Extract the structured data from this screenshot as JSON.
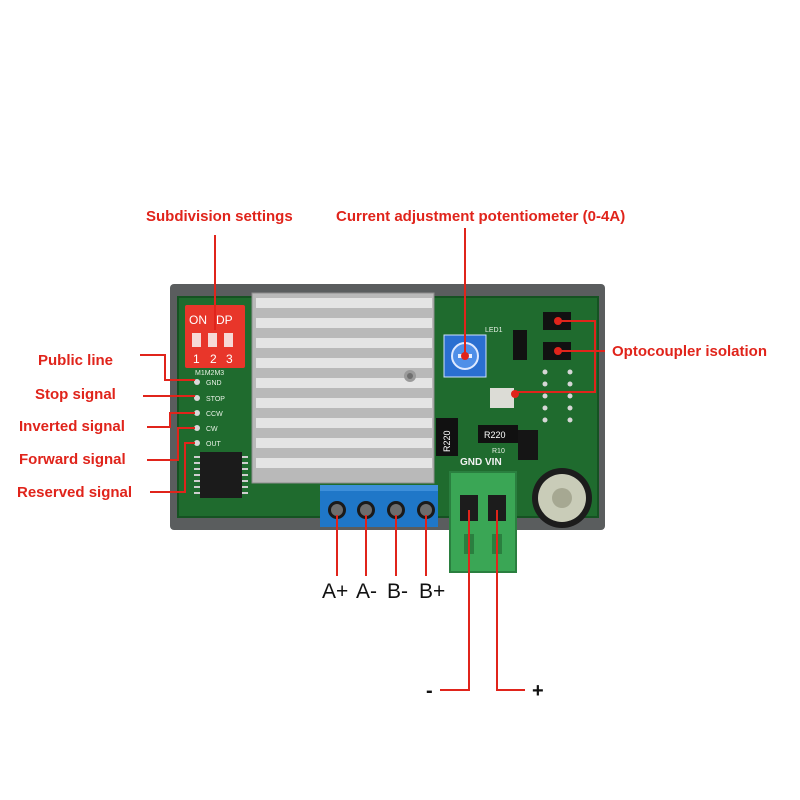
{
  "labels": {
    "subdivision": "Subdivision settings",
    "current": "Current adjustment potentiometer (0-4A)",
    "optocoupler": "Optocoupler isolation",
    "public": "Public line",
    "stop": "Stop signal",
    "inverted": "Inverted signal",
    "forward": "Forward signal",
    "reserved": "Reserved signal"
  },
  "dip": {
    "on": "ON",
    "dp": "DP",
    "n1": "1",
    "n2": "2",
    "n3": "3",
    "sub": "M1M2M3"
  },
  "pins": [
    "GND",
    "STOP",
    "CCW",
    "CW",
    "OUT"
  ],
  "board_text": {
    "resistor1": "R220",
    "resistor2": "R220",
    "r10": "R10",
    "gnd_vin": "GND VIN",
    "led": "LED1"
  },
  "terminals": [
    "A+",
    "A-",
    "B-",
    "B+"
  ],
  "power": {
    "minus": "-",
    "plus": "+"
  },
  "colors": {
    "annotation": "#e0241b",
    "pcb": "#1f6b2e",
    "terminal_block": "#1f77c8",
    "power_connector": "#3aa655",
    "dip_switch": "#e8362a",
    "heatsink": "#cfcfcf"
  }
}
